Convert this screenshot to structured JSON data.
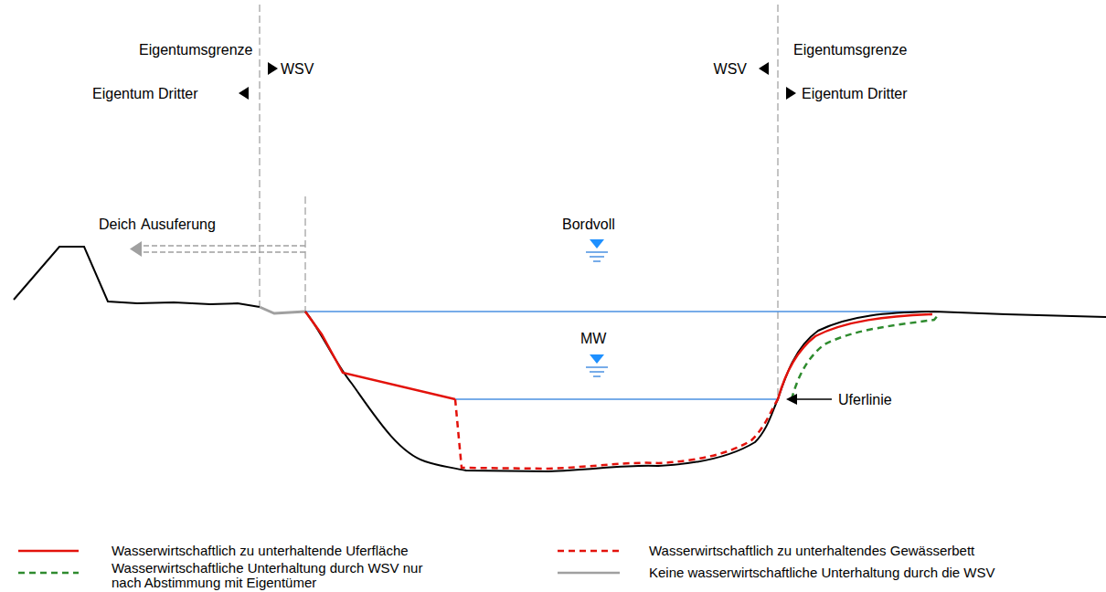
{
  "diagram": {
    "labels": [
      "Eigentumsgrenze",
      "WSV",
      "Eigentum Dritter",
      "Eigentumsgrenze",
      "WSV",
      "Eigentum Dritter",
      "Deich",
      "Ausuferung",
      "Bordvoll",
      "MW",
      "Uferlinie"
    ],
    "legend": [
      {
        "text": "Wasserwirtschaftlich zu unterhaltende Uferfläche"
      },
      {
        "text": "Wasserwirtschaftlich zu unterhaltendes Gewässerbett"
      },
      {
        "text": "Wasserwirtschaftliche Unterhaltung durch WSV nur nach Abstimmung mit Eigentümer"
      },
      {
        "text": "Keine wasserwirtschaftliche Unterhaltung durch die WSV"
      }
    ]
  }
}
